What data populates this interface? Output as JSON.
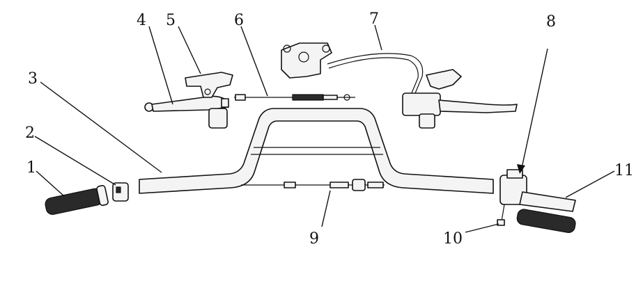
{
  "callouts": [
    {
      "id": "1",
      "text": "1"
    },
    {
      "id": "2",
      "text": "2"
    },
    {
      "id": "3",
      "text": "3"
    },
    {
      "id": "4",
      "text": "4"
    },
    {
      "id": "5",
      "text": "5"
    },
    {
      "id": "6",
      "text": "6"
    },
    {
      "id": "7",
      "text": "7"
    },
    {
      "id": "8",
      "text": "8"
    },
    {
      "id": "9",
      "text": "9"
    },
    {
      "id": "10",
      "text": "10"
    },
    {
      "id": "11",
      "text": "11"
    }
  ],
  "colors": {
    "line": "#111111",
    "part_fill": "#f4f4f4",
    "grip_fill": "#2a2a2a"
  }
}
